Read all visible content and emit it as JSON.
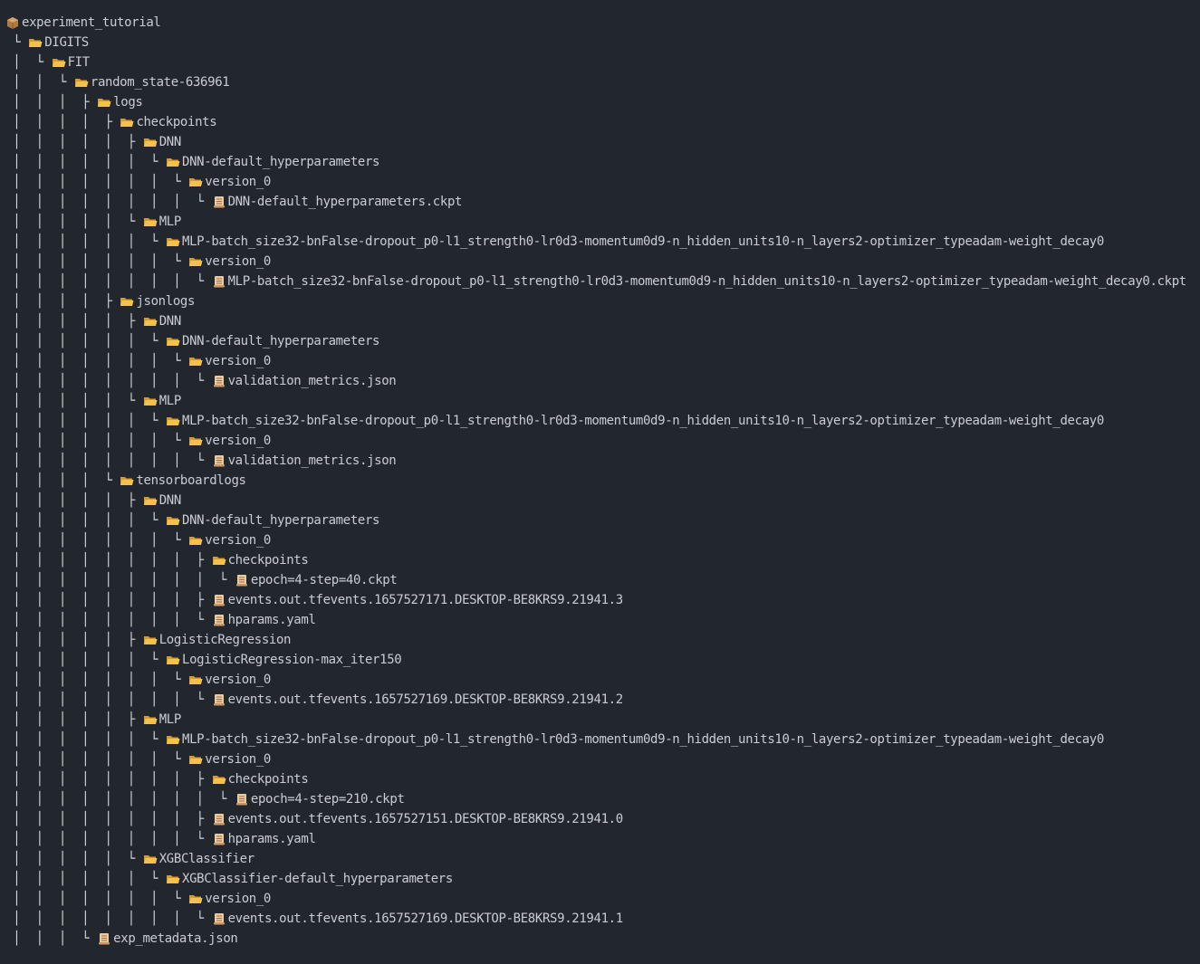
{
  "colors": {
    "background": "#22272e",
    "text": "#c9cdd3",
    "folder": "#f2c14e",
    "file": "#e8c9a0"
  },
  "tree": {
    "rows": [
      {
        "guides": "",
        "icon": "package-icon",
        "name": "experiment_tutorial"
      },
      {
        "guides": " └ ",
        "icon": "folder-icon",
        "name": "DIGITS"
      },
      {
        "guides": " │  └ ",
        "icon": "folder-icon",
        "name": "FIT"
      },
      {
        "guides": " │  │  └ ",
        "icon": "folder-icon",
        "name": "random_state-636961"
      },
      {
        "guides": " │  │  │  ├ ",
        "icon": "folder-icon",
        "name": "logs"
      },
      {
        "guides": " │  │  │  │  ├ ",
        "icon": "folder-icon",
        "name": "checkpoints"
      },
      {
        "guides": " │  │  │  │  │  ├ ",
        "icon": "folder-icon",
        "name": "DNN"
      },
      {
        "guides": " │  │  │  │  │  │  └ ",
        "icon": "folder-icon",
        "name": "DNN-default_hyperparameters"
      },
      {
        "guides": " │  │  │  │  │  │  │  └ ",
        "icon": "folder-icon",
        "name": "version_0"
      },
      {
        "guides": " │  │  │  │  │  │  │  │  └ ",
        "icon": "file-icon",
        "name": "DNN-default_hyperparameters.ckpt"
      },
      {
        "guides": " │  │  │  │  │  └ ",
        "icon": "folder-icon",
        "name": "MLP"
      },
      {
        "guides": " │  │  │  │  │  │  └ ",
        "icon": "folder-icon",
        "name": "MLP-batch_size32-bnFalse-dropout_p0-l1_strength0-lr0d3-momentum0d9-n_hidden_units10-n_layers2-optimizer_typeadam-weight_decay0"
      },
      {
        "guides": " │  │  │  │  │  │  │  └ ",
        "icon": "folder-icon",
        "name": "version_0"
      },
      {
        "guides": " │  │  │  │  │  │  │  │  └ ",
        "icon": "file-icon",
        "name": "MLP-batch_size32-bnFalse-dropout_p0-l1_strength0-lr0d3-momentum0d9-n_hidden_units10-n_layers2-optimizer_typeadam-weight_decay0.ckpt"
      },
      {
        "guides": " │  │  │  │  ├ ",
        "icon": "folder-icon",
        "name": "jsonlogs"
      },
      {
        "guides": " │  │  │  │  │  ├ ",
        "icon": "folder-icon",
        "name": "DNN"
      },
      {
        "guides": " │  │  │  │  │  │  └ ",
        "icon": "folder-icon",
        "name": "DNN-default_hyperparameters"
      },
      {
        "guides": " │  │  │  │  │  │  │  └ ",
        "icon": "folder-icon",
        "name": "version_0"
      },
      {
        "guides": " │  │  │  │  │  │  │  │  └ ",
        "icon": "file-icon",
        "name": "validation_metrics.json"
      },
      {
        "guides": " │  │  │  │  │  └ ",
        "icon": "folder-icon",
        "name": "MLP"
      },
      {
        "guides": " │  │  │  │  │  │  └ ",
        "icon": "folder-icon",
        "name": "MLP-batch_size32-bnFalse-dropout_p0-l1_strength0-lr0d3-momentum0d9-n_hidden_units10-n_layers2-optimizer_typeadam-weight_decay0"
      },
      {
        "guides": " │  │  │  │  │  │  │  └ ",
        "icon": "folder-icon",
        "name": "version_0"
      },
      {
        "guides": " │  │  │  │  │  │  │  │  └ ",
        "icon": "file-icon",
        "name": "validation_metrics.json"
      },
      {
        "guides": " │  │  │  │  └ ",
        "icon": "folder-icon",
        "name": "tensorboardlogs"
      },
      {
        "guides": " │  │  │  │  │  ├ ",
        "icon": "folder-icon",
        "name": "DNN"
      },
      {
        "guides": " │  │  │  │  │  │  └ ",
        "icon": "folder-icon",
        "name": "DNN-default_hyperparameters"
      },
      {
        "guides": " │  │  │  │  │  │  │  └ ",
        "icon": "folder-icon",
        "name": "version_0"
      },
      {
        "guides": " │  │  │  │  │  │  │  │  ├ ",
        "icon": "folder-icon",
        "name": "checkpoints"
      },
      {
        "guides": " │  │  │  │  │  │  │  │  │  └ ",
        "icon": "file-icon",
        "name": "epoch=4-step=40.ckpt"
      },
      {
        "guides": " │  │  │  │  │  │  │  │  ├ ",
        "icon": "file-icon",
        "name": "events.out.tfevents.1657527171.DESKTOP-BE8KRS9.21941.3"
      },
      {
        "guides": " │  │  │  │  │  │  │  │  └ ",
        "icon": "file-icon",
        "name": "hparams.yaml"
      },
      {
        "guides": " │  │  │  │  │  ├ ",
        "icon": "folder-icon",
        "name": "LogisticRegression"
      },
      {
        "guides": " │  │  │  │  │  │  └ ",
        "icon": "folder-icon",
        "name": "LogisticRegression-max_iter150"
      },
      {
        "guides": " │  │  │  │  │  │  │  └ ",
        "icon": "folder-icon",
        "name": "version_0"
      },
      {
        "guides": " │  │  │  │  │  │  │  │  └ ",
        "icon": "file-icon",
        "name": "events.out.tfevents.1657527169.DESKTOP-BE8KRS9.21941.2"
      },
      {
        "guides": " │  │  │  │  │  ├ ",
        "icon": "folder-icon",
        "name": "MLP"
      },
      {
        "guides": " │  │  │  │  │  │  └ ",
        "icon": "folder-icon",
        "name": "MLP-batch_size32-bnFalse-dropout_p0-l1_strength0-lr0d3-momentum0d9-n_hidden_units10-n_layers2-optimizer_typeadam-weight_decay0"
      },
      {
        "guides": " │  │  │  │  │  │  │  └ ",
        "icon": "folder-icon",
        "name": "version_0"
      },
      {
        "guides": " │  │  │  │  │  │  │  │  ├ ",
        "icon": "folder-icon",
        "name": "checkpoints"
      },
      {
        "guides": " │  │  │  │  │  │  │  │  │  └ ",
        "icon": "file-icon",
        "name": "epoch=4-step=210.ckpt"
      },
      {
        "guides": " │  │  │  │  │  │  │  │  ├ ",
        "icon": "file-icon",
        "name": "events.out.tfevents.1657527151.DESKTOP-BE8KRS9.21941.0"
      },
      {
        "guides": " │  │  │  │  │  │  │  │  └ ",
        "icon": "file-icon",
        "name": "hparams.yaml"
      },
      {
        "guides": " │  │  │  │  │  └ ",
        "icon": "folder-icon",
        "name": "XGBClassifier"
      },
      {
        "guides": " │  │  │  │  │  │  └ ",
        "icon": "folder-icon",
        "name": "XGBClassifier-default_hyperparameters"
      },
      {
        "guides": " │  │  │  │  │  │  │  └ ",
        "icon": "folder-icon",
        "name": "version_0"
      },
      {
        "guides": " │  │  │  │  │  │  │  │  └ ",
        "icon": "file-icon",
        "name": "events.out.tfevents.1657527169.DESKTOP-BE8KRS9.21941.1"
      },
      {
        "guides": " │  │  │  └ ",
        "icon": "file-icon",
        "name": "exp_metadata.json"
      }
    ]
  }
}
